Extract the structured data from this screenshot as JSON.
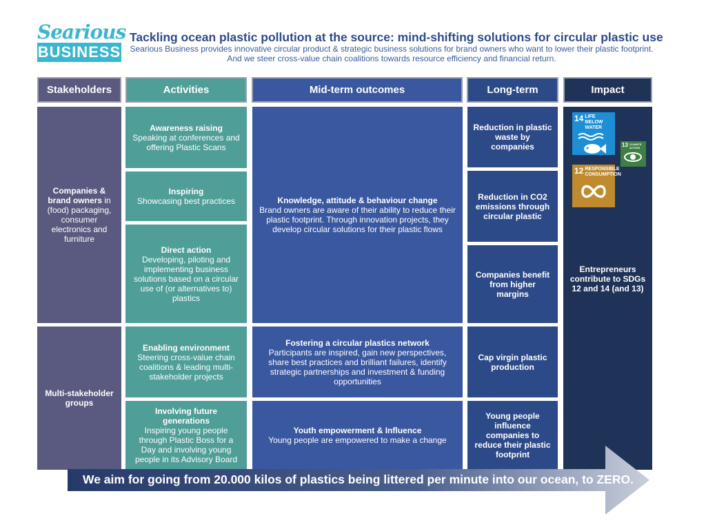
{
  "logo": {
    "top": "Searious",
    "bottom": "BUSINESS"
  },
  "title": "Tackling ocean plastic pollution at the source: mind-shifting solutions for circular plastic use",
  "subtitle": "Searious Business provides innovative circular product & strategic business solutions for brand owners who want to lower their plastic footprint. And we steer cross-value chain coalitions towards resource efficiency and financial return.",
  "headers": {
    "stakeholders": "Stakeholders",
    "activities": "Activities",
    "mid_term": "Mid-term outcomes",
    "long_term": "Long-term",
    "impact": "Impact"
  },
  "stakeholders": {
    "companies_bold": "Companies & brand owners",
    "companies_rest": "in (food) packaging, consumer electronics and furniture",
    "multi": "Multi-stakeholder groups"
  },
  "activities": [
    {
      "title": "Awareness raising",
      "text": "Speaking at conferences and offering Plastic Scans"
    },
    {
      "title": "Inspiring",
      "text": "Showcasing best practices"
    },
    {
      "title": "Direct action",
      "text": "Developing, piloting and implementing business solutions based on a circular use of (or alternatives to) plastics"
    },
    {
      "title": "Enabling environment",
      "text": "Steering cross-value chain coalitions & leading multi-stakeholder projects"
    },
    {
      "title": "Involving future generations",
      "text": "Inspiring young people through Plastic Boss for a Day and involving young people in its Advisory Board"
    }
  ],
  "mid_term": [
    {
      "title": "Knowledge, attitude & behaviour change",
      "text": "Brand owners are aware of their ability to reduce their plastic footprint. Through innovation projects, they develop circular solutions for their plastic flows"
    },
    {
      "title": "Fostering a circular plastics network",
      "text": "Participants are inspired, gain new perspectives, share best practices and brilliant failures, identify strategic partnerships and investment & funding opportunities"
    },
    {
      "title": "Youth empowerment & Influence",
      "text": "Young people are empowered to make a change"
    }
  ],
  "long_term": [
    "Reduction in plastic waste by companies",
    "Reduction in CO2 emissions through circular plastic",
    "Companies benefit from higher margins",
    "Cap virgin plastic production",
    "Young people influence companies to reduce their plastic footprint"
  ],
  "impact": {
    "text": "Entrepreneurs contribute to SDGs 12 and 14 (and 13)",
    "sdgs": [
      {
        "number": "14",
        "label": "LIFE BELOW WATER",
        "color": "#1e8fd5"
      },
      {
        "number": "13",
        "label": "CLIMATE ACTION",
        "color": "#3f7e44"
      },
      {
        "number": "12",
        "label": "RESPONSIBLE CONSUMPTION",
        "color": "#bf8b2e"
      }
    ]
  },
  "banner": "We aim for going from 20.000 kilos of plastics being littered per minute into our ocean, to ZERO.",
  "colors": {
    "stakeholders": "#5a5a80",
    "activities": "#4f9e98",
    "mid_term": "#3a58a0",
    "long_term": "#2d4a88",
    "impact": "#1f3358",
    "accent": "#3bb6cf"
  }
}
